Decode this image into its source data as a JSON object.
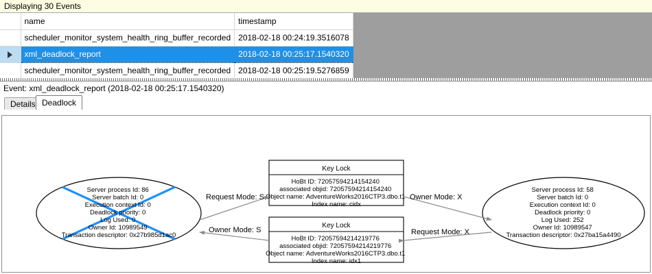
{
  "banner": {
    "text": "Displaying 30 Events"
  },
  "grid": {
    "columns": [
      "",
      "name",
      "timestamp"
    ],
    "rows": [
      {
        "selector": "",
        "name": "scheduler_monitor_system_health_ring_buffer_recorded",
        "timestamp": "2018-02-18 00:24:19.3516078",
        "selected": false
      },
      {
        "selector": "▶",
        "name": "xml_deadlock_report",
        "timestamp": "2018-02-18 00:25:17.1540320",
        "selected": true
      },
      {
        "selector": "",
        "name": "scheduler_monitor_system_health_ring_buffer_recorded",
        "timestamp": "2018-02-18 00:25:19.5276859",
        "selected": false
      }
    ]
  },
  "event_caption": "Event: xml_deadlock_report (2018-02-18 00:25:17.1540320)",
  "tabs": [
    {
      "label": "Details",
      "active": false
    },
    {
      "label": "Deadlock",
      "active": true
    }
  ],
  "deadlock_graph": {
    "victim_marker_color": "#1e90ff",
    "nodes": {
      "left_process": {
        "kind": "process-ellipse",
        "is_victim": true,
        "lines": [
          "Server process Id: 86",
          "Server batch Id: 0",
          "Execution context Id: 0",
          "Deadlock priority: 0",
          "Log Used: 0",
          "Owner Id: 10989549",
          "Transaction descriptor: 0x27b985d1ac0"
        ]
      },
      "right_process": {
        "kind": "process-ellipse",
        "is_victim": false,
        "lines": [
          "Server process Id: 58",
          "Server batch Id: 0",
          "Execution context Id: 0",
          "Deadlock priority: 0",
          "Log Used: 252",
          "Owner Id: 10989547",
          "Transaction descriptor: 0x27ba15a4490"
        ]
      },
      "top_resource": {
        "kind": "resource-box",
        "title": "Key Lock",
        "lines": [
          "HoBt ID: 72057594214154240",
          "associated objid: 72057594214154240",
          "Object name: AdventureWorks2016CTP3.dbo.t1",
          "Index name: cidx"
        ]
      },
      "bottom_resource": {
        "kind": "resource-box",
        "title": "Key Lock",
        "lines": [
          "HoBt ID: 72057594214219776",
          "associated objid: 72057594214219776",
          "Object name: AdventureWorks2016CTP3.dbo.t1",
          "Index name: idx1"
        ]
      }
    },
    "edges": [
      {
        "id": "left-request-top",
        "label": "Request Mode: S"
      },
      {
        "id": "top-owner-right",
        "label": "Owner Mode: X"
      },
      {
        "id": "bottom-owner-left",
        "label": "Owner Mode: S"
      },
      {
        "id": "right-request-bottom",
        "label": "Request Mode: X"
      }
    ]
  }
}
